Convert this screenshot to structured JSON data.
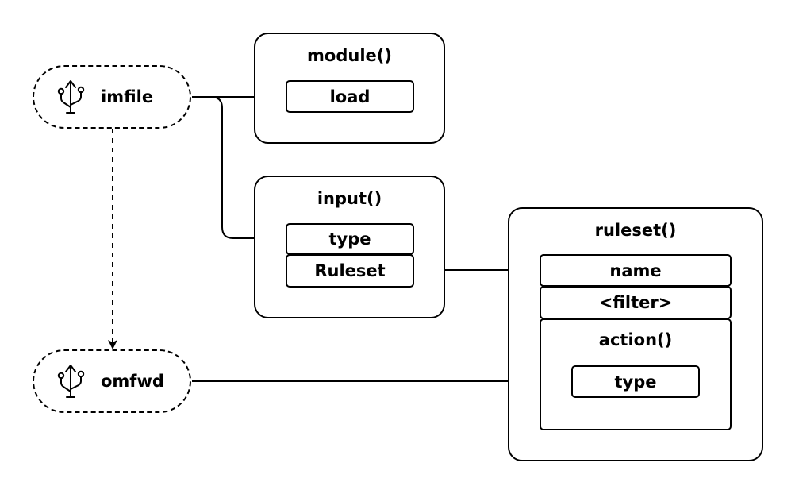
{
  "diagram": {
    "modules": {
      "imfile": {
        "label": "imfile",
        "icon": "usb-icon"
      },
      "omfwd": {
        "label": "omfwd",
        "icon": "usb-icon"
      }
    },
    "module_block": {
      "title": "module()",
      "fields": [
        "load"
      ]
    },
    "input_block": {
      "title": "input()",
      "fields": [
        "type",
        "Ruleset"
      ]
    },
    "ruleset_block": {
      "title": "ruleset()",
      "fields": [
        "name",
        "<filter>"
      ],
      "action": {
        "title": "action()",
        "fields": [
          "type"
        ]
      }
    }
  }
}
